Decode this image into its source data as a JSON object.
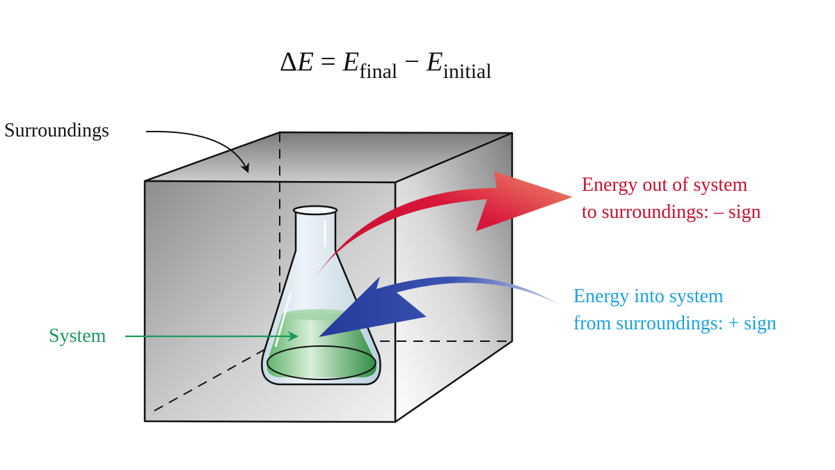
{
  "equation": {
    "delta_symbol": "Δ",
    "lhs_var": "E",
    "equals": " = ",
    "term1_var": "E",
    "term1_sub": "final",
    "minus": " − ",
    "term2_var": "E",
    "term2_sub": "initial"
  },
  "labels": {
    "surroundings": "Surroundings",
    "system": "System",
    "energy_out": {
      "line1": "Energy out of system",
      "line2": "to surroundings: – sign",
      "color": "#c8102e"
    },
    "energy_in": {
      "line1": "Energy into system",
      "line2": "from surroundings: + sign",
      "color": "#1ba1e2"
    }
  },
  "colors": {
    "system_green": "#1a9a5c",
    "arrow_out_red": "#d0103a",
    "arrow_in_blue": "#2a3f9e",
    "liquid_green": "#5cb86a"
  }
}
